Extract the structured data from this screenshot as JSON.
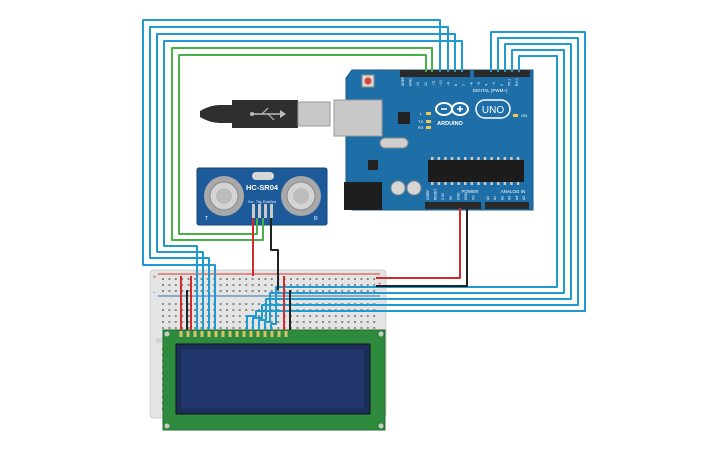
{
  "scene": {
    "colors": {
      "background": "#ffffff",
      "arduino_board": "#1e6fa8",
      "arduino_text": "#ffffff",
      "header_black": "#2a2a2a",
      "usb_body": "#c8c8c8",
      "usb_plug": "#2f2f2f",
      "sensor_board": "#1d5a9a",
      "sensor_eye": "#c9c9c9",
      "breadboard": "#e6e6e6",
      "breadboard_rail_red": "#d8352a",
      "breadboard_rail_blue": "#2c6fb5",
      "lcd_board": "#2e8b3e",
      "lcd_screen": "#1c2e5a",
      "wire_blue": "#1f9bd1",
      "wire_green": "#49b14a",
      "wire_red": "#d22b2b",
      "wire_black": "#222222"
    },
    "arduino": {
      "brand": "ARDUINO",
      "model": "UNO",
      "digital_label": "DIGITAL (PWM~)",
      "power_label": "POWER",
      "analog_label": "ANALOG IN",
      "led_labels": [
        "L",
        "TX",
        "RX"
      ],
      "on_label": "ON",
      "pin_labels_top": [
        "AREF",
        "GND",
        "13",
        "12",
        "~11",
        "~10",
        "~9",
        "8",
        "7",
        "~6",
        "~5",
        "4",
        "~3",
        "2",
        "TX 1",
        "RX 0"
      ],
      "pin_labels_power": [
        "IOREF",
        "RESET",
        "3.3V",
        "5V",
        "GND",
        "GND",
        "Vin"
      ],
      "pin_labels_analog": [
        "A0",
        "A1",
        "A2",
        "A3",
        "A4",
        "A5"
      ]
    },
    "sensor": {
      "model": "HC-SR04",
      "pins": [
        "Vcc",
        "Trig",
        "Echo",
        "Gnd"
      ],
      "left_mark": "T",
      "right_mark": "R"
    },
    "breadboard": {
      "rail_marks": [
        "+",
        "-"
      ]
    },
    "lcd": {
      "type": "16x2 LCD"
    }
  }
}
